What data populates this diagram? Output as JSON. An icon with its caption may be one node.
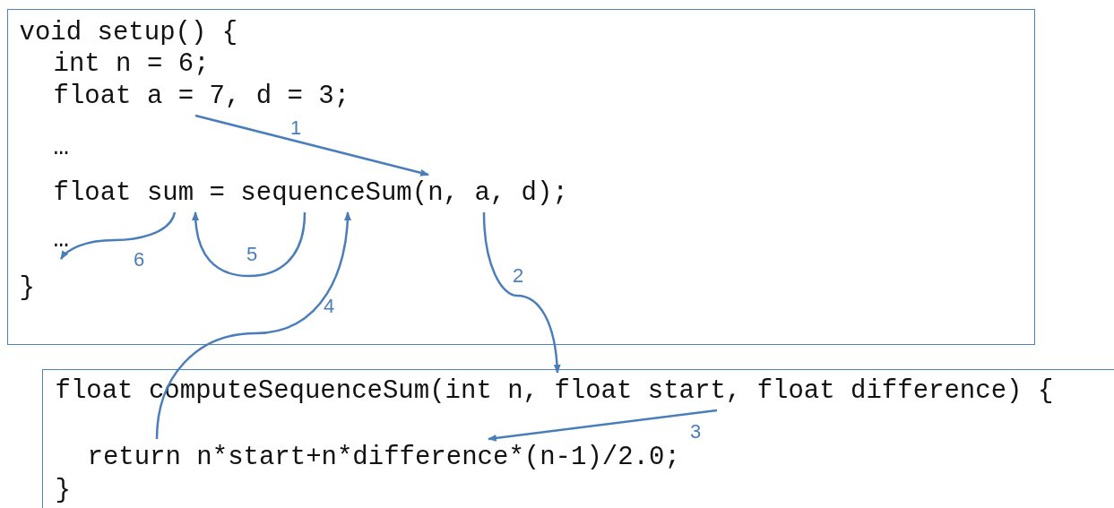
{
  "diagram": {
    "nodes": [
      {
        "text": [],
        "shape": "box"
      },
      {
        "text": [
          "void setup() {"
        ],
        "in": 0
      },
      {
        "text": [
          "int n = 6;"
        ],
        "in": 0
      },
      {
        "text": [
          "float a = 7, d = 3;"
        ],
        "in": 0
      },
      {
        "text": [
          "…"
        ],
        "in": 0
      },
      {
        "text": [
          "float sum = sequenceSum(n, a, d);"
        ],
        "in": 0
      },
      {
        "text": [
          "…"
        ],
        "in": 0
      },
      {
        "text": [
          "}"
        ],
        "in": 0
      },
      {
        "text": [],
        "shape": "box"
      },
      {
        "text": [
          "float computeSequenceSum(int n, float start, float difference) {"
        ],
        "in": 8
      },
      {
        "text": [
          "return n*start+n*difference*(n-1)/2.0;"
        ],
        "in": 8
      },
      {
        "text": [
          "}"
        ],
        "in": 8
      }
    ],
    "edges": [
      {
        "from": 3,
        "to": 5,
        "arrow": "to",
        "label": "1"
      },
      {
        "from": 5,
        "to": 9,
        "arrow": "to",
        "label": "2"
      },
      {
        "from": 9,
        "to": 10,
        "arrow": "to",
        "label": "3"
      },
      {
        "from": 10,
        "to": 5,
        "arrow": "to",
        "label": "4"
      },
      {
        "from": 5,
        "to": 5,
        "arrow": "to",
        "label": "5"
      },
      {
        "from": 5,
        "to": 6,
        "arrow": "to",
        "label": "6"
      }
    ]
  }
}
